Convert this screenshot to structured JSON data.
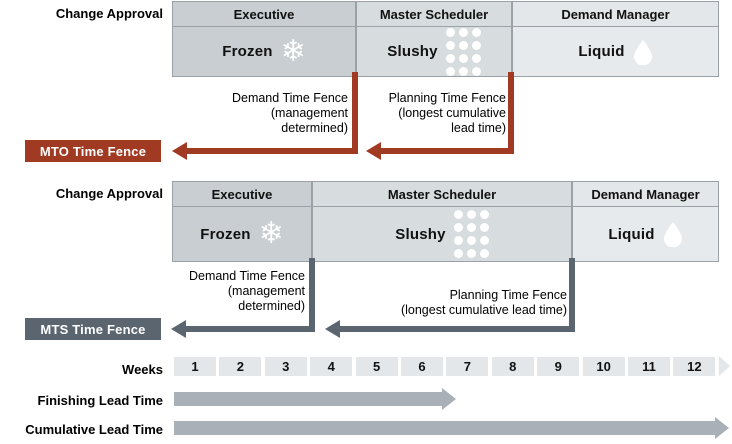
{
  "labels": {
    "change_approval_1": "Change Approval",
    "change_approval_2": "Change Approval",
    "weeks": "Weeks",
    "finishing_lead_time": "Finishing Lead Time",
    "cumulative_lead_time": "Cumulative Lead Time"
  },
  "colors": {
    "mto_accent": "#a03a22",
    "mts_accent": "#5a6570",
    "executive_fill": "#c8ced1",
    "master_scheduler_fill": "#d7dcde",
    "demand_manager_fill": "#e6eaec",
    "week_fill": "#e3e7e9",
    "lead_bar": "#a9b0b8"
  },
  "mto": {
    "badge": "MTO Time Fence",
    "roles": [
      {
        "title": "Executive",
        "state": "Frozen",
        "icon": "snowflake-icon"
      },
      {
        "title": "Master Scheduler",
        "state": "Slushy",
        "icon": "slush-dots-icon"
      },
      {
        "title": "Demand Manager",
        "state": "Liquid",
        "icon": "water-drop-icon"
      }
    ],
    "demand_fence": {
      "line1": "Demand Time Fence",
      "line2": "(management",
      "line3": "determined)"
    },
    "planning_fence": {
      "line1": "Planning Time Fence",
      "line2": "(longest cumulative",
      "line3": "lead time)"
    }
  },
  "mts": {
    "badge": "MTS Time Fence",
    "roles": [
      {
        "title": "Executive",
        "state": "Frozen",
        "icon": "snowflake-icon"
      },
      {
        "title": "Master Scheduler",
        "state": "Slushy",
        "icon": "slush-dots-icon"
      },
      {
        "title": "Demand Manager",
        "state": "Liquid",
        "icon": "water-drop-icon"
      }
    ],
    "demand_fence": {
      "line1": "Demand Time Fence",
      "line2": "(management",
      "line3": "determined)"
    },
    "planning_fence": {
      "line1": "Planning Time Fence",
      "line2": "(longest cumulative lead time)"
    }
  },
  "timeline": {
    "weeks": [
      "1",
      "2",
      "3",
      "4",
      "5",
      "6",
      "7",
      "8",
      "9",
      "10",
      "11",
      "12"
    ]
  },
  "chart_data": {
    "type": "table",
    "title": "MTO vs MTS Time Fences",
    "categories": [
      "1",
      "2",
      "3",
      "4",
      "5",
      "6",
      "7",
      "8",
      "9",
      "10",
      "11",
      "12"
    ],
    "series": [
      {
        "name": "Finishing Lead Time",
        "span_weeks": [
          1,
          6
        ]
      },
      {
        "name": "Cumulative Lead Time",
        "span_weeks": [
          1,
          12
        ]
      },
      {
        "name": "MTO Frozen (Executive)",
        "span_weeks": [
          1,
          4
        ]
      },
      {
        "name": "MTO Slushy (Master Scheduler)",
        "span_weeks": [
          5,
          8
        ]
      },
      {
        "name": "MTO Liquid (Demand Manager)",
        "span_weeks": [
          9,
          12
        ]
      },
      {
        "name": "MTS Frozen (Executive)",
        "span_weeks": [
          1,
          3
        ]
      },
      {
        "name": "MTS Slushy (Master Scheduler)",
        "span_weeks": [
          4,
          9
        ]
      },
      {
        "name": "MTS Liquid (Demand Manager)",
        "span_weeks": [
          10,
          12
        ]
      }
    ]
  }
}
